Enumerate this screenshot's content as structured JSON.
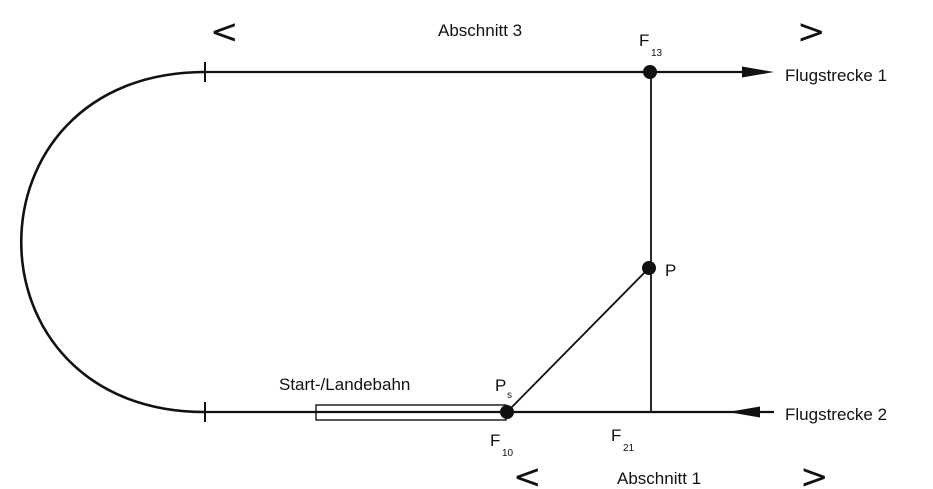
{
  "sections": {
    "top": {
      "label": "Abschnitt 3",
      "left_bracket": "<",
      "right_bracket": ">"
    },
    "bottom": {
      "label": "Abschnitt 1",
      "left_bracket": "<",
      "right_bracket": ">"
    }
  },
  "routes": {
    "route1": "Flugstrecke 1",
    "route2": "Flugstrecke 2"
  },
  "runway": {
    "label": "Start-/Landebahn"
  },
  "points": {
    "f13": {
      "base": "F",
      "sub": "13"
    },
    "p": {
      "base": "P"
    },
    "ps": {
      "base": "P",
      "sub": "s"
    },
    "f10": {
      "base": "F",
      "sub": "10"
    },
    "f21": {
      "base": "F",
      "sub": "21"
    }
  }
}
